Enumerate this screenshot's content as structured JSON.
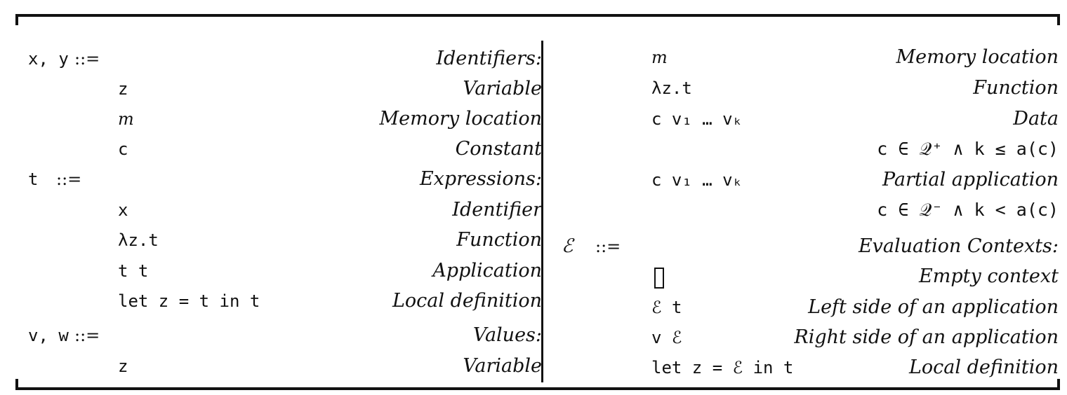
{
  "left": {
    "rows": [
      {
        "lhs": "x, y",
        "def": "::=",
        "form": "",
        "desc": "Identifiers:"
      },
      {
        "lhs": "",
        "def": "",
        "form": "z",
        "desc": "Variable"
      },
      {
        "lhs": "",
        "def": "",
        "form": "m",
        "desc": "Memory location"
      },
      {
        "lhs": "",
        "def": "",
        "form": "c",
        "desc": "Constant"
      },
      {
        "lhs": "t",
        "def": "::=",
        "form": "",
        "desc": "Expressions:"
      },
      {
        "lhs": "",
        "def": "",
        "form": "x",
        "desc": "Identifier"
      },
      {
        "lhs": "",
        "def": "",
        "form": "λz.t",
        "desc": "Function"
      },
      {
        "lhs": "",
        "def": "",
        "form": "t t",
        "desc": "Application"
      },
      {
        "lhs": "",
        "def": "",
        "form": "let z = t in t",
        "desc": "Local definition"
      },
      {
        "lhs": "v, w",
        "def": "::=",
        "form": "",
        "desc": "Values:"
      },
      {
        "lhs": "",
        "def": "",
        "form": "z",
        "desc": "Variable"
      }
    ]
  },
  "right": {
    "rows": [
      {
        "lhs": "",
        "def": "",
        "form": "m",
        "desc": "Memory location"
      },
      {
        "lhs": "",
        "def": "",
        "form": "λz.t",
        "desc": "Function"
      },
      {
        "lhs": "",
        "def": "",
        "form": "c v₁ … vₖ",
        "desc": "Data"
      },
      {
        "lhs": "",
        "def": "",
        "form": "",
        "desc": "c ∈ 𝒬⁺ ∧ k ≤ a(c)"
      },
      {
        "lhs": "",
        "def": "",
        "form": "c v₁ … vₖ",
        "desc": "Partial application"
      },
      {
        "lhs": "",
        "def": "",
        "form": "",
        "desc": "c ∈ 𝒬⁻ ∧ k < a(c)"
      },
      {
        "lhs": "ℰ",
        "def": "::=",
        "form": "",
        "desc": "Evaluation Contexts:"
      },
      {
        "lhs": "",
        "def": "",
        "form": "",
        "desc": "Empty context"
      },
      {
        "lhs": "",
        "def": "",
        "form": "ℰ t",
        "desc": "Left side of an application"
      },
      {
        "lhs": "",
        "def": "",
        "form": "v ℰ",
        "desc": "Right side of an application"
      },
      {
        "lhs": "",
        "def": "",
        "form": "let z = ℰ in t",
        "desc": "Local definition"
      }
    ]
  }
}
